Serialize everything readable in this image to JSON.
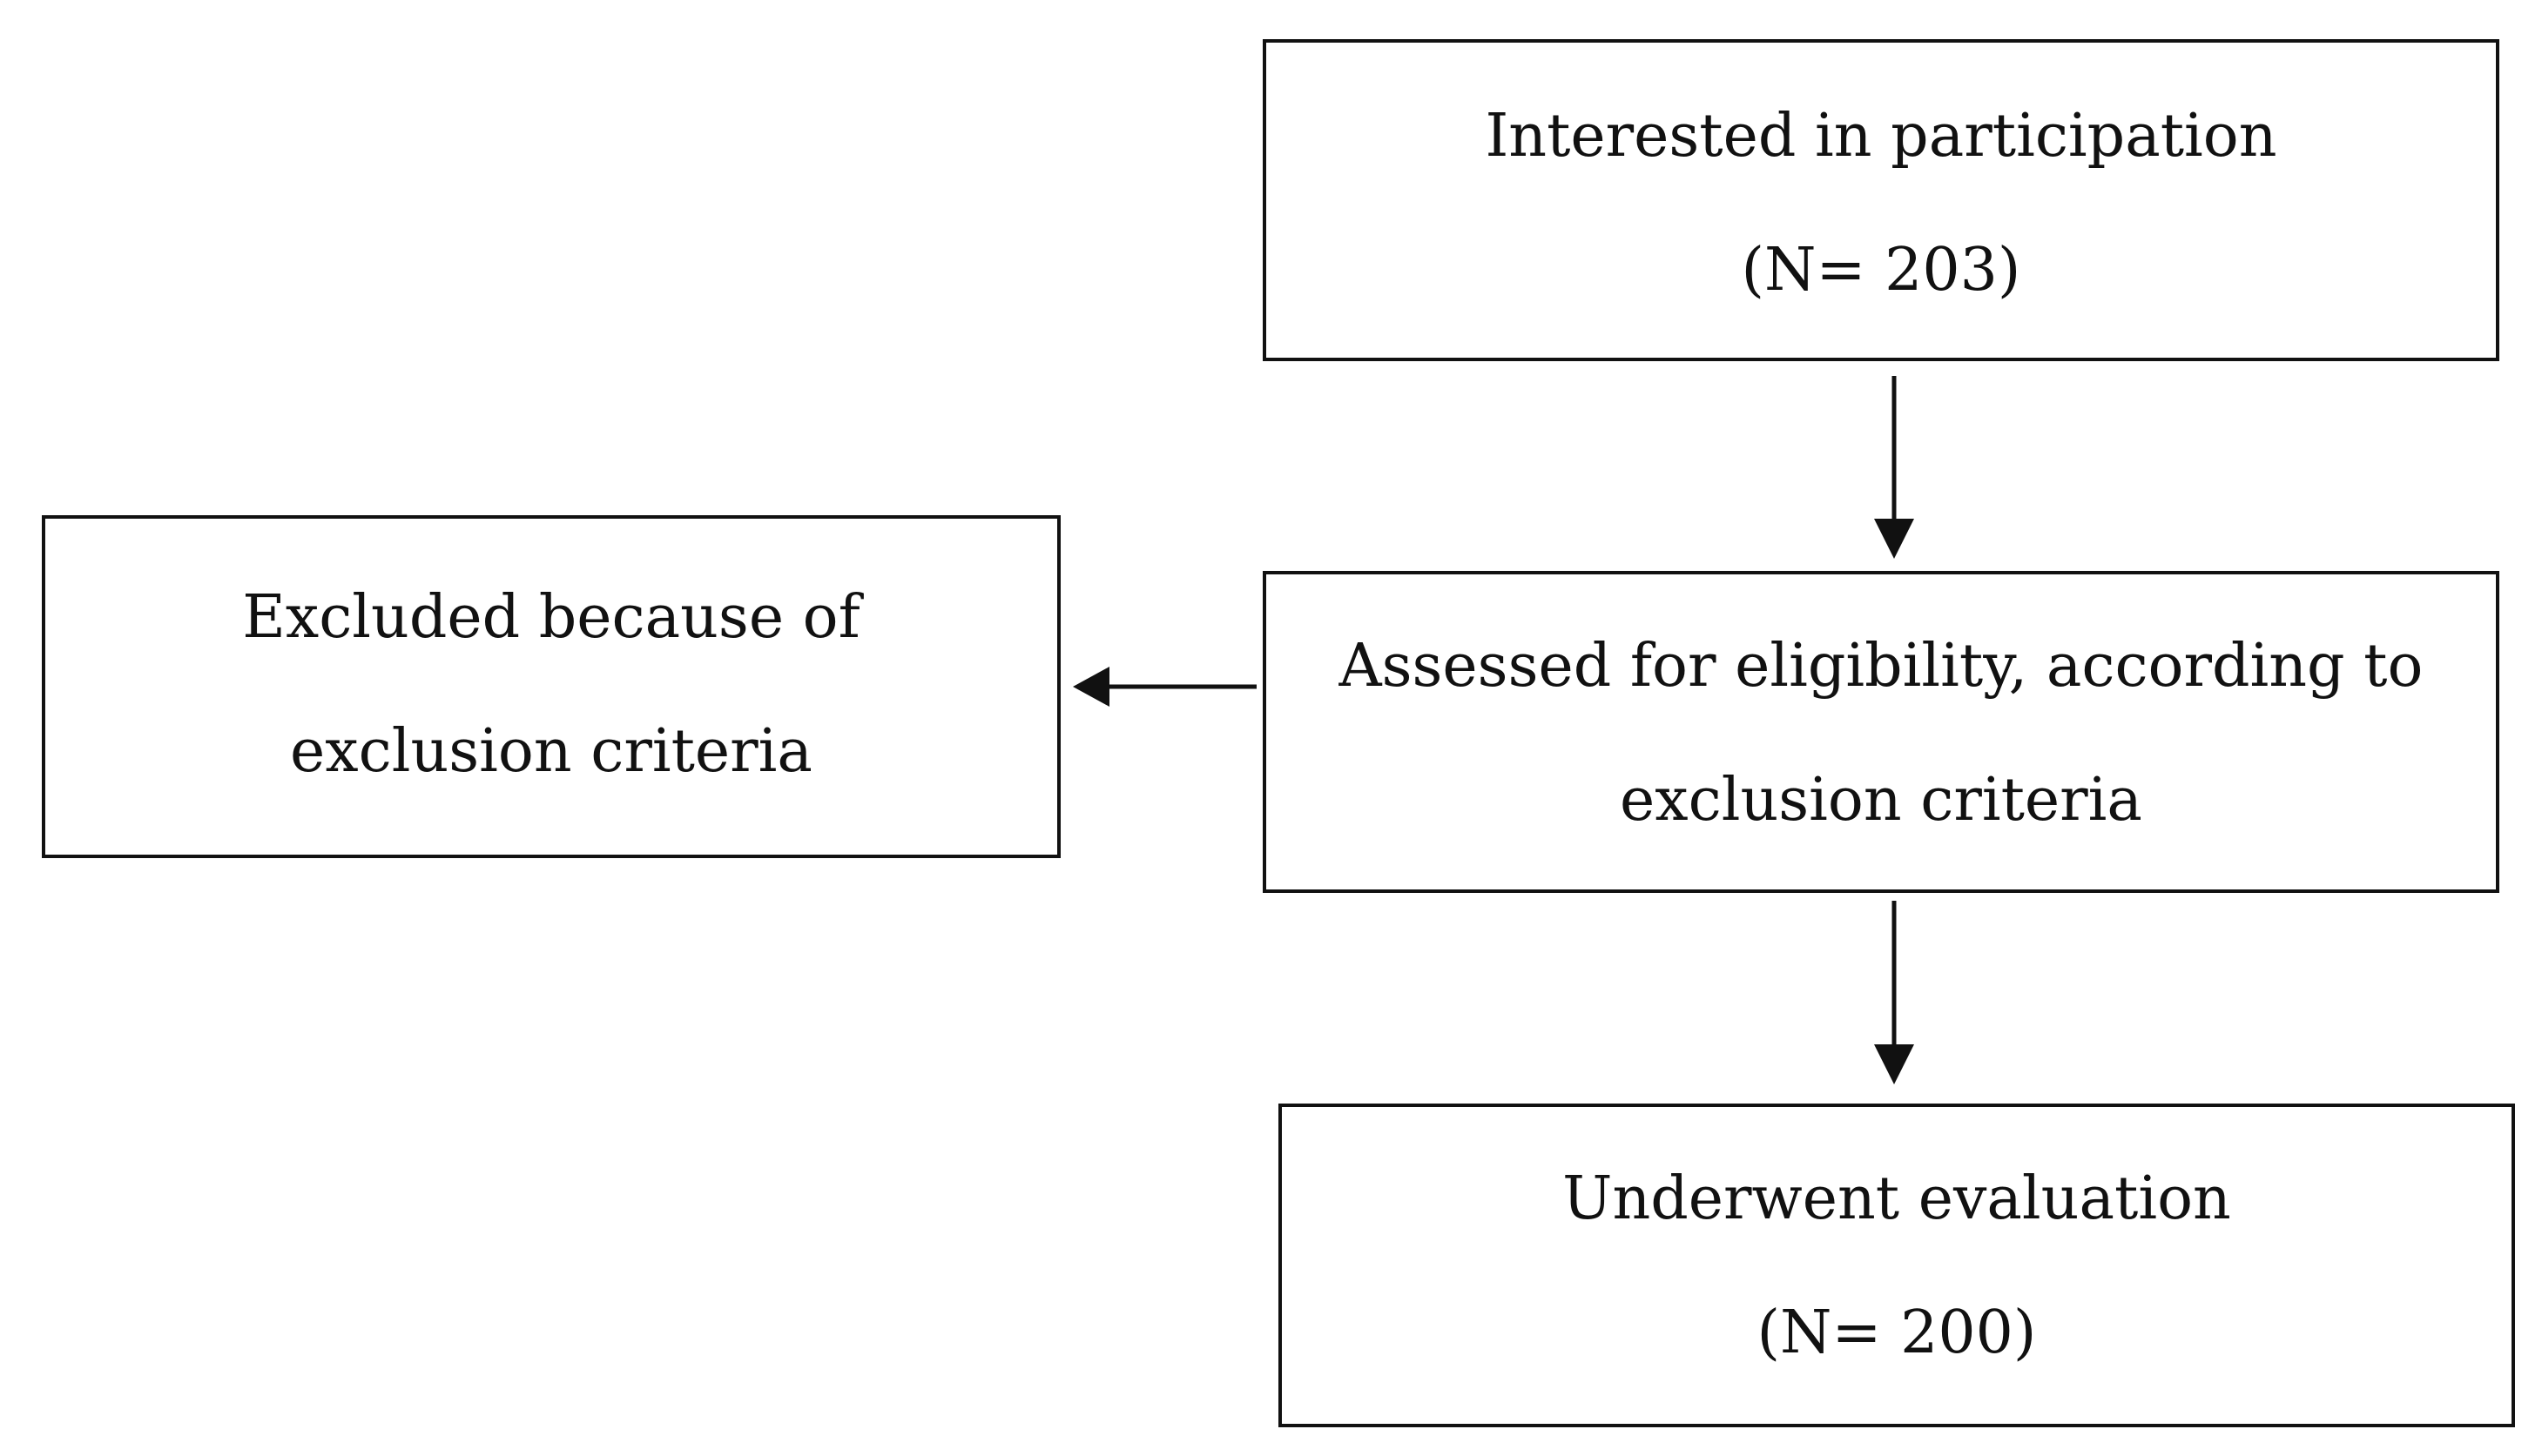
{
  "boxes": {
    "interested": {
      "line1": "Interested in participation",
      "line2": "(N= 203)"
    },
    "excluded": {
      "line1": "Excluded  because of",
      "line2": "exclusion  criteria"
    },
    "assessed": {
      "line1": "Assessed  for eligibility,  according to",
      "line2": "exclusion  criteria"
    },
    "evaluated": {
      "line1": "Underwent  evaluation",
      "line2": "(N= 200)"
    }
  },
  "colors": {
    "stroke": "#111111",
    "background": "#ffffff"
  }
}
